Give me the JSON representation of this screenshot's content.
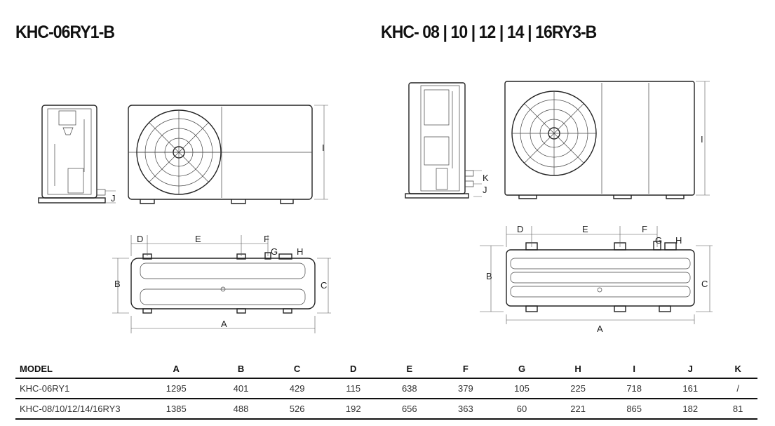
{
  "titles": {
    "left": "KHC-06RY1-B",
    "right": "KHC- 08 | 10 | 12 | 14 | 16RY3-B"
  },
  "drawing_labels": {
    "left": {
      "I": "I",
      "J": "J",
      "A": "A",
      "B": "B",
      "C": "C",
      "D": "D",
      "E": "E",
      "F": "F",
      "G": "G",
      "H": "H"
    },
    "right": {
      "I": "I",
      "J": "J",
      "K": "K",
      "A": "A",
      "B": "B",
      "C": "C",
      "D": "D",
      "E": "E",
      "F": "F",
      "G": "G",
      "H": "H"
    }
  },
  "table": {
    "headers": [
      "MODEL",
      "A",
      "B",
      "C",
      "D",
      "E",
      "F",
      "G",
      "H",
      "I",
      "J",
      "K"
    ],
    "rows": [
      [
        "KHC-06RY1",
        "1295",
        "401",
        "429",
        "115",
        "638",
        "379",
        "105",
        "225",
        "718",
        "161",
        "/"
      ],
      [
        "KHC-08/10/12/14/16RY3",
        "1385",
        "488",
        "526",
        "192",
        "656",
        "363",
        "60",
        "221",
        "865",
        "182",
        "81"
      ]
    ]
  }
}
